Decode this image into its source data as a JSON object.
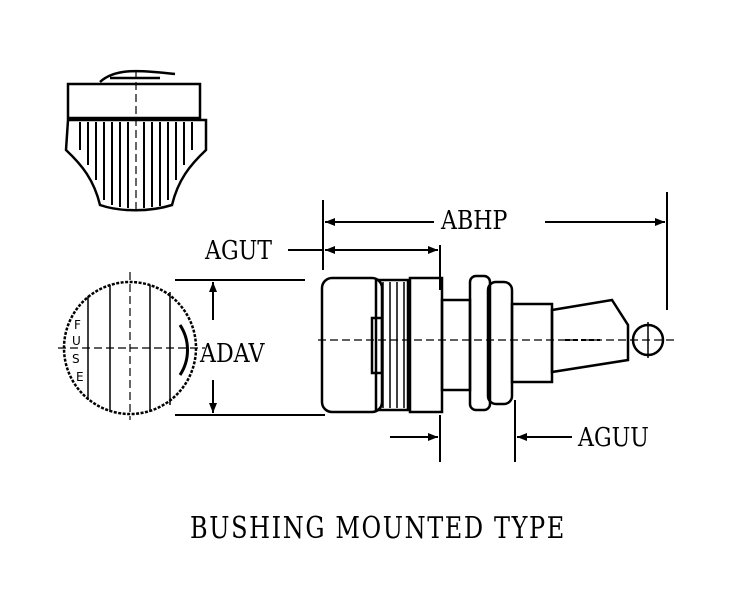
{
  "dimensions": {
    "overall_length": "ABHP",
    "cap_length": "AGUT",
    "knob_diameter": "ADAV",
    "panel_thickness": "AGUU"
  },
  "knob_marking": [
    "F",
    "U",
    "S",
    "E"
  ],
  "caption": "BUSHING MOUNTED TYPE"
}
